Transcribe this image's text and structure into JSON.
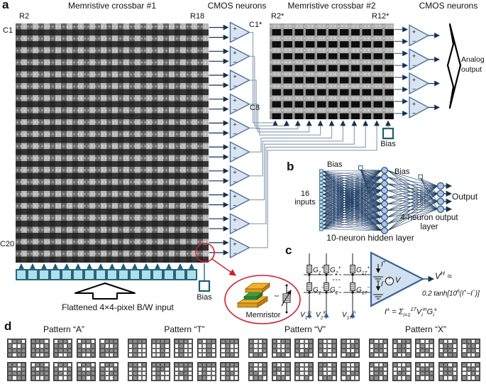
{
  "panel_a": {
    "label": "a",
    "crossbar1_title": "Memristive crossbar #1",
    "cmos1_title": "CMOS neurons",
    "crossbar2_title": "Memristive crossbar #2",
    "cmos2_title": "CMOS neurons",
    "r2": "R2",
    "r18": "R18",
    "c1": "C1",
    "c20": "C20",
    "r2s": "R2*",
    "r12s": "R12*",
    "c1s": "C1*",
    "c8": "C8",
    "plus": "+",
    "minus": "−",
    "analog_output": "Analog output",
    "bias_crossbar2": "Bias",
    "bias_crossbar1": "Bias",
    "flattened_label": "Flattened 4×4-pixel B/W input",
    "memristor_label": "Memristor",
    "equiv_symbol": "⇔",
    "hidden_neuron_count": 10,
    "output_neuron_count": 4,
    "input_square_count": 16
  },
  "panel_b": {
    "label": "b",
    "bias1": "Bias",
    "bias2": "Bias",
    "inputs_label": "16 inputs",
    "output_label": "Output",
    "hidden_layer_label": "10-neuron hidden layer",
    "output_layer_label": "4-neuron output layer",
    "input_count": 16,
    "hidden_count": 10,
    "output_count": 4
  },
  "panel_c": {
    "label": "c",
    "g_labels": [
      "G_{1}^{+}",
      "G_{2}^{+}",
      "G_{17}^{+}",
      "G_{1}^{−}",
      "G_{2}^{−}",
      "G_{17}^{−}"
    ],
    "v_labels": [
      "V_{1}^{in}",
      "V_{2}^{in}",
      "V_{17}^{in}"
    ],
    "i_plus": "I^{+}",
    "i_minus": "I^{−}",
    "v_source": "V",
    "plus": "+",
    "minus": "−",
    "out_formula_1": "V^{H} ≈",
    "out_formula_2": "0.2 tanh[10^{6}(I^{+}−I^{−})]",
    "sum_formula": "I^{±} = Σ_{i=1}^{17}V_{i}^{in}G_{i}^{±}",
    "dots": "⋯"
  },
  "panel_d": {
    "label": "d",
    "groups": [
      {
        "title": "Pattern “A”",
        "grids": [
          "0110100111111011",
          "1110100111111001",
          "0110110111111001",
          "0110100111111001",
          "0111100111111001",
          "1101100111111011",
          "0110101111111001",
          "0110100111011001",
          "0110100111111101",
          "0110100110111001"
        ]
      },
      {
        "title": "Pattern “T”",
        "grids": [
          "1111010001000100",
          "1111001000100010",
          "1110010001000100",
          "1011001000100010",
          "1111010001000110",
          "1101010001000100",
          "1111011001000100",
          "1111001001100010",
          "1111010001001100",
          "1111010001100100"
        ]
      },
      {
        "title": "Pattern “V”",
        "grids": [
          "1001100110010110",
          "1011100110010110",
          "1001100110110110",
          "1001100110010100",
          "1001101110010110",
          "1001100111010110",
          "1001110110010110",
          "1001100110010010",
          "1101100110010110",
          "1001100110110100"
        ]
      },
      {
        "title": "Pattern “X”",
        "grids": [
          "1001011001101001",
          "1011011001101001",
          "1001010001101001",
          "1001011001101011",
          "1101011001101001",
          "1001011001101101",
          "1001001001101001",
          "1001011001111001",
          "1101011001101001",
          "1001011000101001"
        ]
      }
    ]
  },
  "colors": {
    "wire_dark": "#16324f",
    "wire_gray_blue": "#8fa3b8",
    "wire_steel": "#4a6f96",
    "neuron_fill": "#d9e4f0",
    "neuron_stroke": "#44689a",
    "input_square_fill": "#aee0ea",
    "input_square_stroke": "#27647e",
    "bias_stroke": "#1b5e74",
    "net_edge": "#1a3a63",
    "node_fill": "#a9c6e4",
    "node_stroke": "#274b73",
    "annotation_red": "#cf2030",
    "memristor_gold": "#f2b02f",
    "memristor_green": "#35a045"
  }
}
